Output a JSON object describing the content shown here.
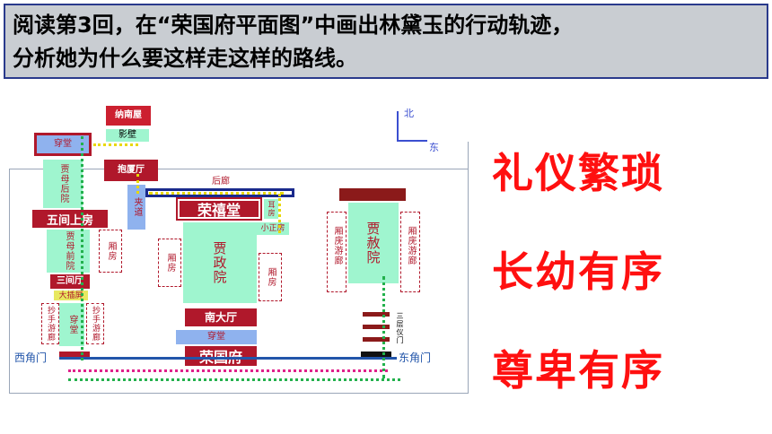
{
  "question": {
    "line1": "阅读第3回，在“荣国府平面图”中画出林黛玉的行动轨迹，",
    "line2": "分析她为什么要这样走这样的路线。"
  },
  "compass": {
    "north": "北",
    "east": "东"
  },
  "map": {
    "buildings": {
      "dongzhuo": "纳南屋",
      "yingbi": "影壁",
      "chuantang_top": "穿堂",
      "jiamu_houyuan": "贾母后院",
      "baoxiating": "抱厦厅",
      "jiadao": "夹道",
      "wujian_shangfang": "五间上房",
      "jiamu_qianyuan": "贾母前院",
      "xiangfang_left": "厢房",
      "sanjianting": "三间厅",
      "dahuating": "大插屏",
      "chuantang_left": "穿堂",
      "chaoshou_left1": "抄手游廊",
      "chaoshou_left2": "抄手游廊",
      "houlang": "后廊",
      "rongxitang": "荣禧堂",
      "erfang": "耳房",
      "xiaozhengfang": "小正房",
      "jiazhengyuan": "贾政院",
      "xiangfang_c1": "厢房",
      "xiangfang_c2": "厢房",
      "nandating": "南大厅",
      "chuantang_bottom": "穿堂",
      "rongguofu": "荣国府",
      "jiasheyuan": "贾赦院",
      "xiangfang_yl1": "厢庑游廊",
      "xiangfang_yl2": "厢庑游廊",
      "sancengyimen": "三层仪门"
    },
    "gates": {
      "west": "西角门",
      "east": "东角门"
    }
  },
  "summary": {
    "phrases": [
      "礼仪繁琐",
      "长幼有序",
      "尊卑有序"
    ]
  },
  "colors": {
    "banner_bg": "#c9cdd2",
    "banner_border": "#2a3a8c",
    "summary_text": "#ff1010",
    "building_green": "#9ff5cf",
    "building_blue": "#8fb2ee",
    "hall_red": "#b0182b",
    "trail_pink": "#e0208a",
    "trail_green": "#22b14c",
    "trail_yellow": "#e8d800"
  }
}
